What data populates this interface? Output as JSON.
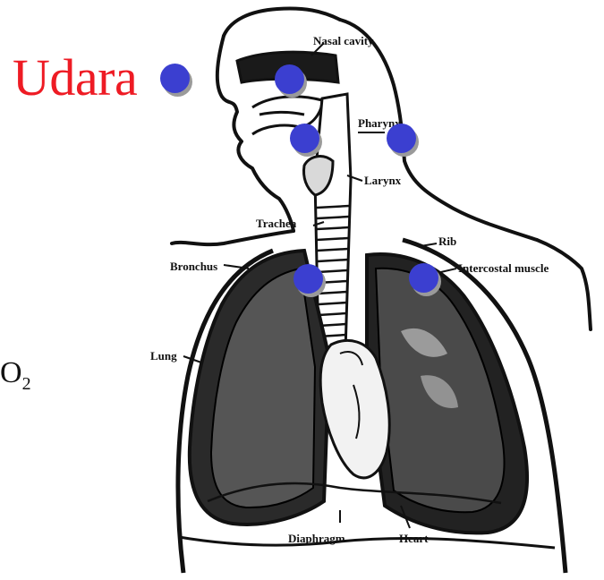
{
  "title_word": "Udara",
  "o2_prefix": "O",
  "o2_sub": "2",
  "colors": {
    "title": "#ee1b24",
    "marker": "#3b3fd0",
    "marker_shadow": "#9a9a9a",
    "ink": "#111111"
  },
  "labels": {
    "nasal_cavity": "Nasal cavity",
    "pharynx": "Pharynx",
    "larynx": "Larynx",
    "trachea": "Trachea",
    "rib": "Rib",
    "bronchus": "Bronchus",
    "intercostal_muscle": "Intercostal muscle",
    "lung": "Lung",
    "diaphragm": "Diaphragm",
    "heart": "Heart"
  }
}
